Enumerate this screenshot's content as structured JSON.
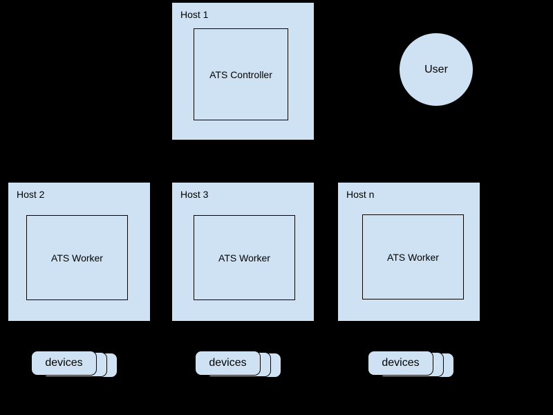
{
  "diagram": {
    "colors": {
      "background": "#000000",
      "node_fill": "#cfe2f3",
      "node_stroke": "#000000",
      "text": "#000000"
    },
    "controller_host": {
      "title": "Host 1",
      "box_label": "ATS Controller"
    },
    "user": {
      "label": "User"
    },
    "worker_hosts": [
      {
        "title": "Host 2",
        "box_label": "ATS Worker"
      },
      {
        "title": "Host 3",
        "box_label": "ATS Worker"
      },
      {
        "title": "Host n",
        "box_label": "ATS Worker"
      }
    ],
    "device_stacks": [
      {
        "label": "devices"
      },
      {
        "label": "devices"
      },
      {
        "label": "devices"
      }
    ]
  }
}
